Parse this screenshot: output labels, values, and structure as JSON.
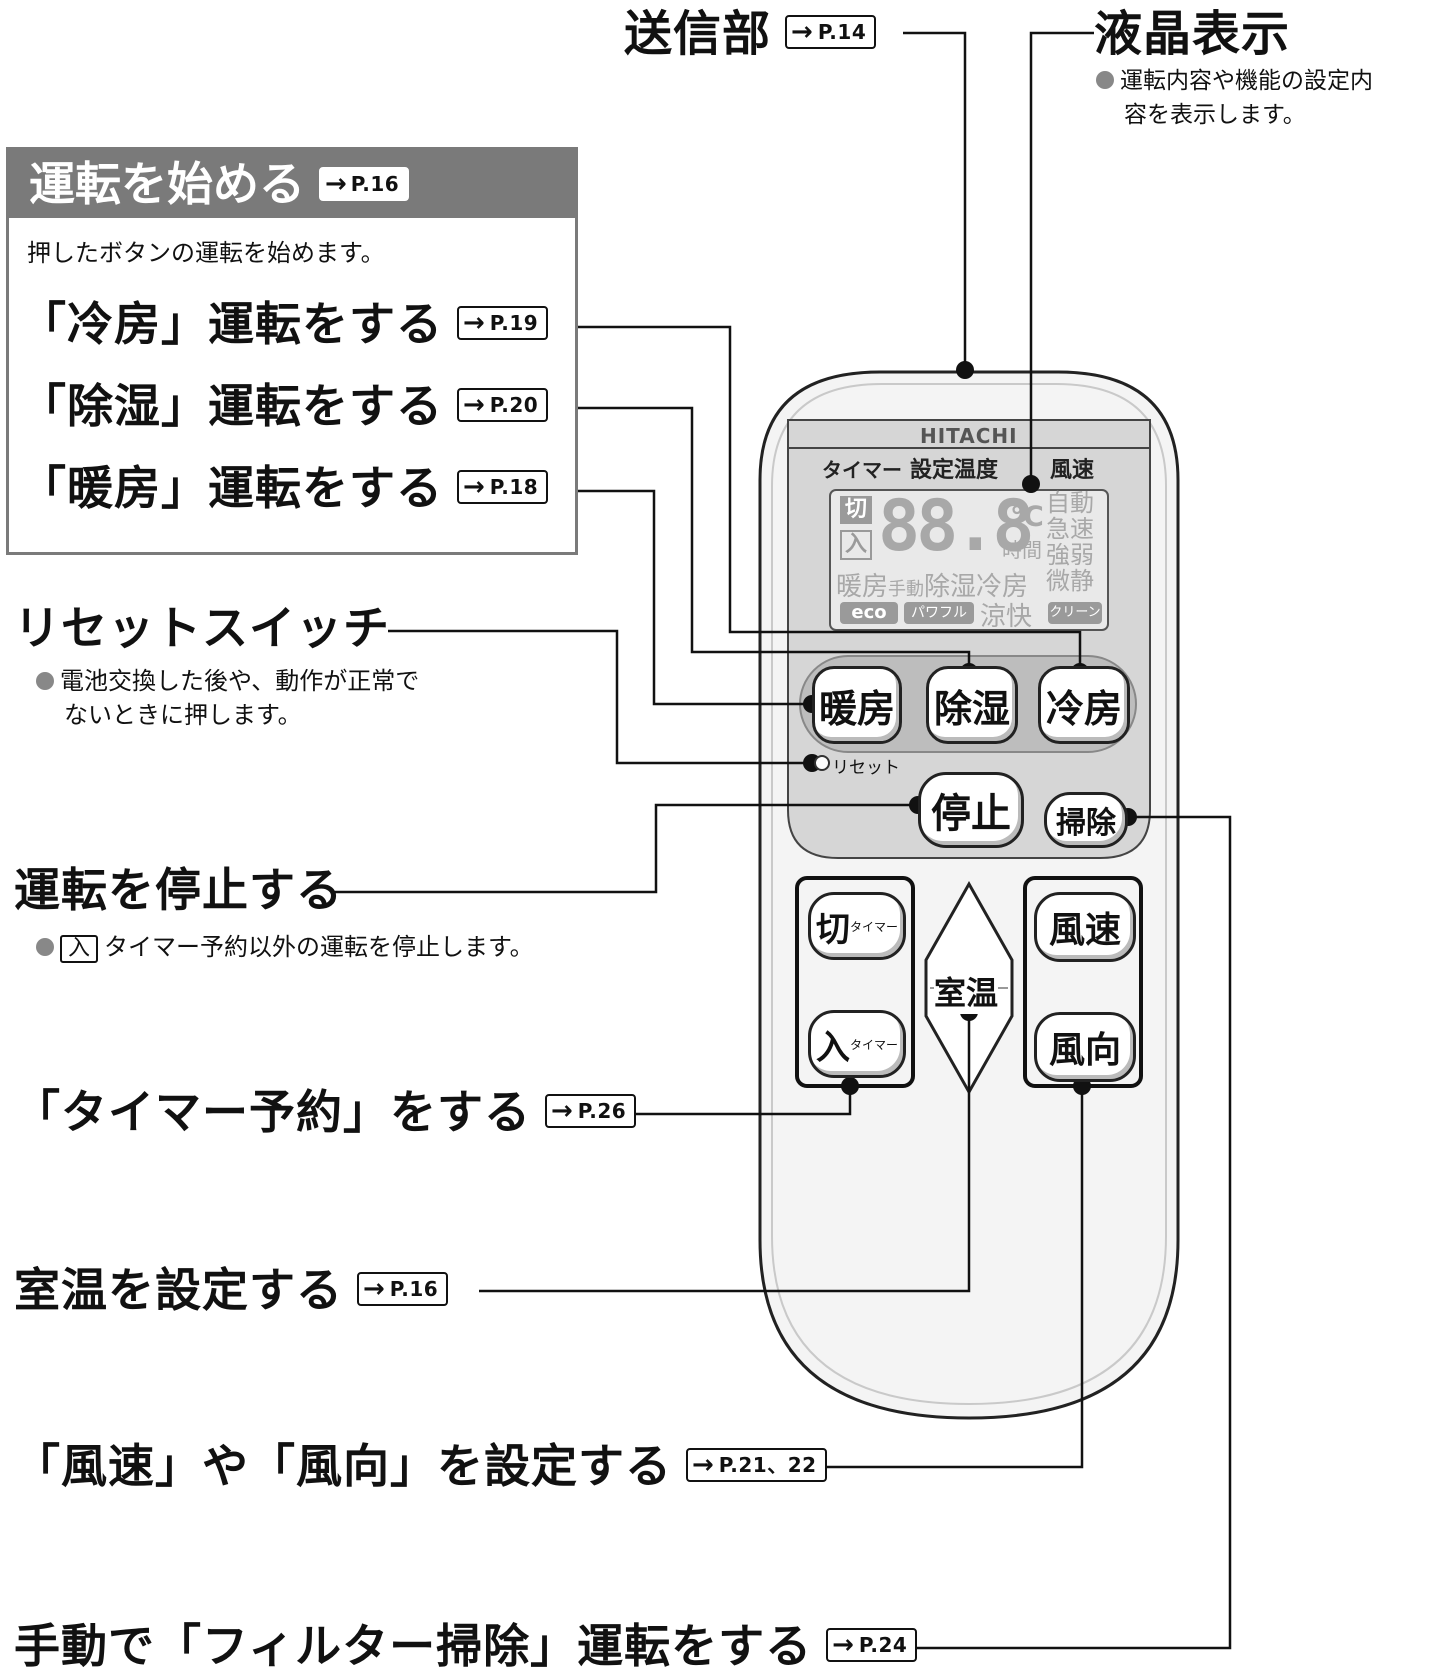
{
  "top_labels": {
    "transmitter": {
      "label": "送信部",
      "ref": "P.14"
    },
    "lcd": {
      "label": "液晶表示",
      "desc1": "運転内容や機能の設定内",
      "desc2": "容を表示します。"
    }
  },
  "start_panel": {
    "title": "運転を始める",
    "ref": "P.16",
    "desc": "押したボタンの運転を始めます。",
    "items": [
      {
        "label": "「冷房」運転をする",
        "ref": "P.19"
      },
      {
        "label": "「除湿」運転をする",
        "ref": "P.20"
      },
      {
        "label": "「暖房」運転をする",
        "ref": "P.18"
      }
    ]
  },
  "reset": {
    "label": "リセットスイッチ",
    "desc1": "電池交換した後や、動作が正常で",
    "desc2": "ないときに押します。"
  },
  "stop": {
    "label": "運転を停止する",
    "desc_key": "入",
    "desc": "タイマー予約以外の運転を停止します。"
  },
  "timer": {
    "label": "「タイマー予約」をする",
    "ref": "P.26"
  },
  "temp": {
    "label": "室温を設定する",
    "ref": "P.16"
  },
  "fan": {
    "label": "「風速」や「風向」を設定する",
    "ref": "P.21、22"
  },
  "filter": {
    "label": "手動で「フィルター掃除」運転をする",
    "ref": "P.24"
  },
  "arrow_glyph": "→",
  "remote": {
    "brand": "HITACHI",
    "lcd_headers": {
      "timer": "タイマー",
      "set_temp": "設定温度",
      "fan_speed": "風速"
    },
    "lcd_segments": {
      "off": "切",
      "on": "入",
      "digits": "88.8",
      "celsius": "℃",
      "hours": "時間",
      "modes": "暖房",
      "manual": "手動",
      "dehum": "除湿",
      "cool": "冷房",
      "eco": "eco",
      "powerful": "パワフル",
      "ryokai": "涼快",
      "clean": "クリーン",
      "fan_modes": [
        "自動",
        "急速",
        "強弱",
        "微静"
      ]
    },
    "buttons": {
      "heat": "暖房",
      "dehum": "除湿",
      "cool": "冷房",
      "reset": "リセット",
      "stop": "停止",
      "clean": "掃除",
      "timer_off": "切",
      "timer_on": "入",
      "timer_suffix": "タイマー",
      "room_temp": "室温",
      "fan_speed": "風速",
      "fan_dir": "風向"
    }
  }
}
